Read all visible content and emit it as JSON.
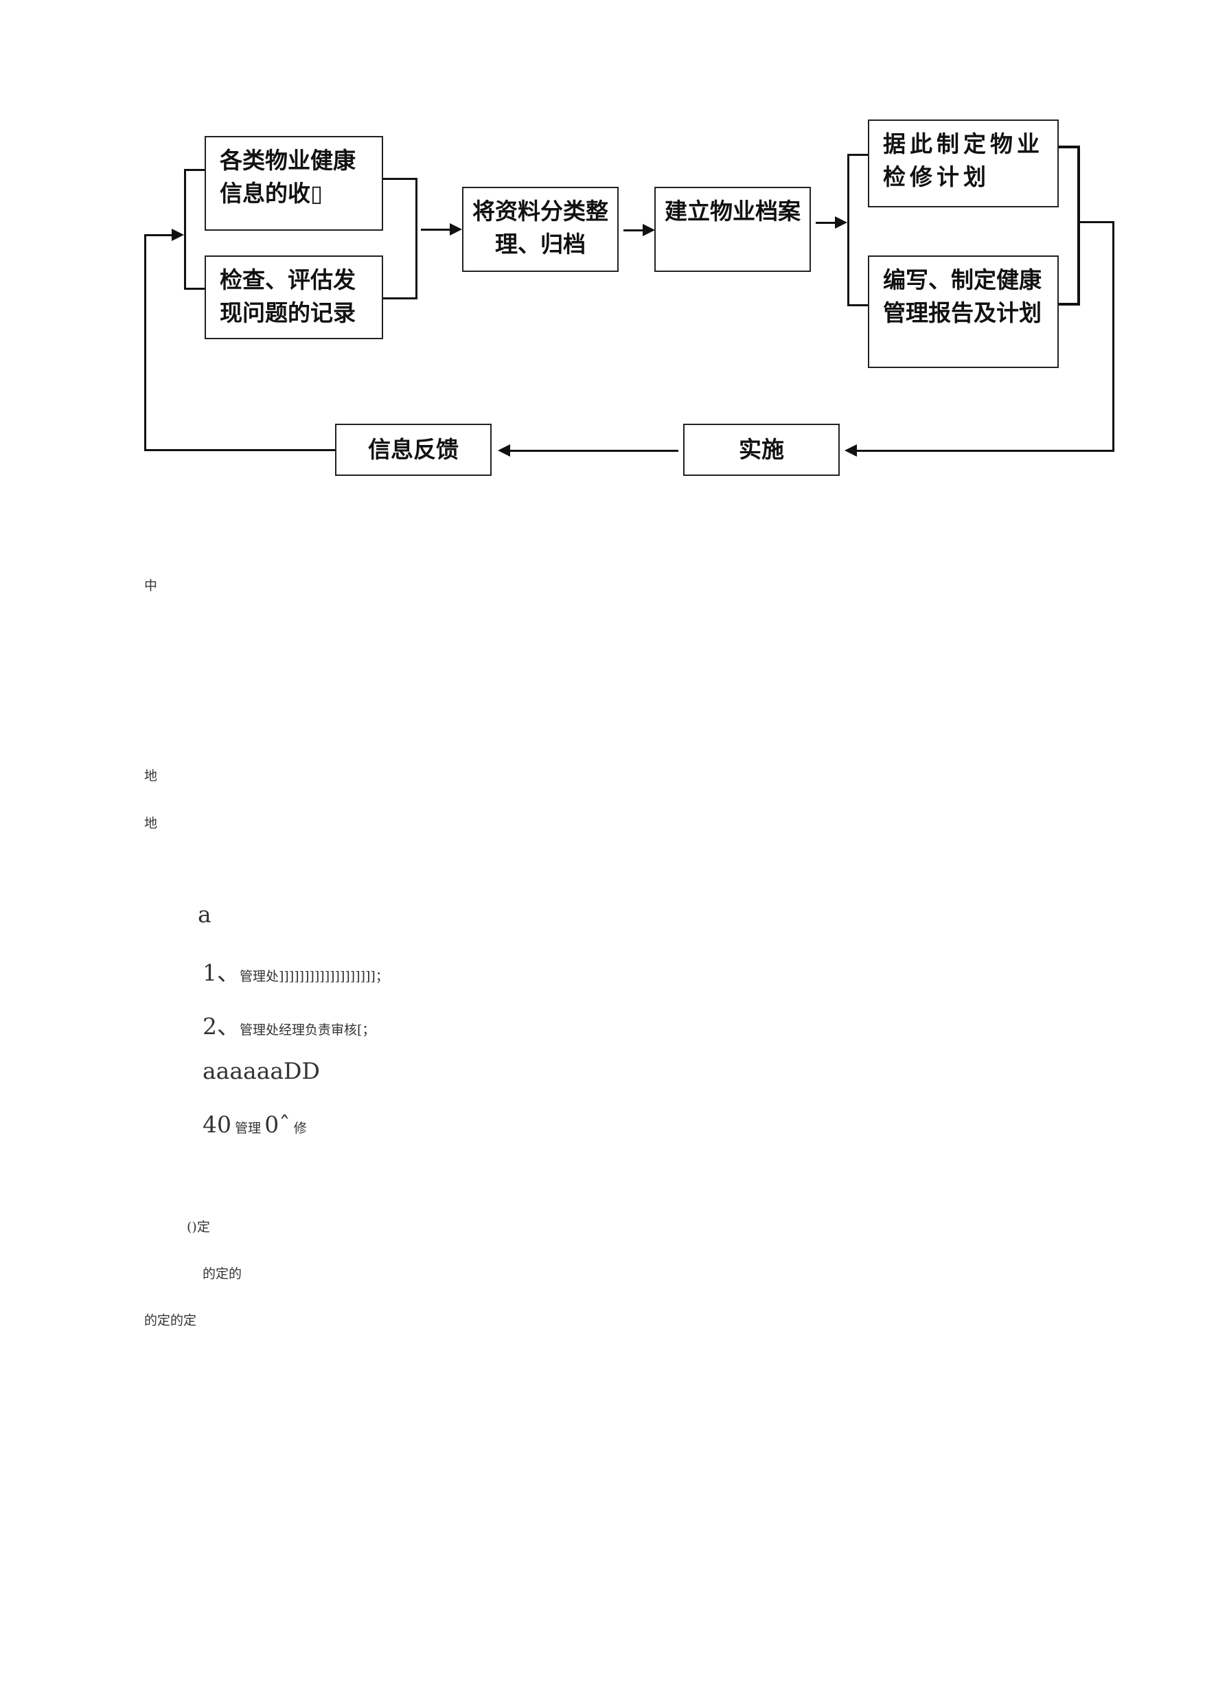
{
  "flowchart": {
    "box_collect": "各类物业健康信息的收▯",
    "box_inspect": "检查、评估发现问题的记录",
    "box_classify": "将资料分类整理、归档",
    "box_archive": "建立物业档案",
    "box_plan": "据此制定物业检修计划",
    "box_report": "编写、制定健康管理报告及计划",
    "box_implement": "实施",
    "box_feedback": "信息反馈"
  },
  "body_text": {
    "line_zhong": "中",
    "line_di_1": "地",
    "line_di_2": "地",
    "line_a": "a",
    "item1_num": "1、",
    "item1_text": "管理处]]]]]]]]]]]]]]]]]]]；",
    "item2_num": "2、",
    "item2_text": "管理处经理负责审核[；",
    "line_aaaaaa": "aaaaaaDD",
    "line_40_num": "40",
    "line_40_a": "管理",
    "line_40_b": "0ˆ",
    "line_40_c": "修",
    "line_ding": "()定",
    "line_dedingde": "的定的",
    "line_dedingdeding": "的定的定"
  }
}
